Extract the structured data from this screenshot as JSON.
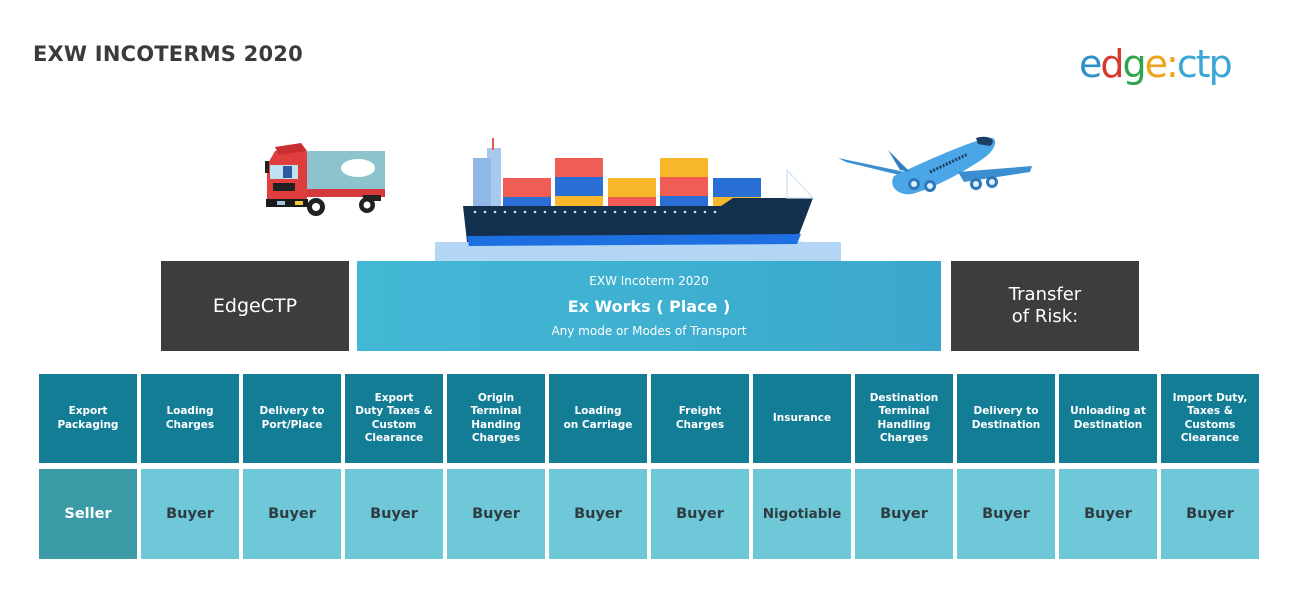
{
  "title": "EXW INCOTERMS 2020",
  "logo": {
    "parts": [
      {
        "text": "e",
        "color": "#2f8fc9"
      },
      {
        "text": "d",
        "color": "#d63a2f"
      },
      {
        "text": "g",
        "color": "#2ea44f"
      },
      {
        "text": "e",
        "color": "#f0a21b"
      },
      {
        "text": ":",
        "color": "#f0a21b"
      },
      {
        "text": "ctp",
        "color": "#3aa7d6"
      }
    ]
  },
  "illustrations": {
    "truck": "truck-icon",
    "ship": "cargo-ship-icon",
    "plane": "airplane-icon"
  },
  "boxes": {
    "left": "EdgeCTP",
    "center": {
      "line1": "EXW Incoterm 2020",
      "line2": "Ex Works ( Place )",
      "line3": "Any mode or Modes of Transport"
    },
    "right": "Transfer\nof Risk:"
  },
  "table": {
    "headers": [
      "Export\nPackaging",
      "Loading\nCharges",
      "Delivery to\nPort/Place",
      "Export\nDuty Taxes &\nCustom\nClearance",
      "Origin\nTerminal\nHanding\nCharges",
      "Loading\non Carriage",
      "Freight\nCharges",
      "Insurance",
      "Destination\nTerminal\nHandling\nCharges",
      "Delivery to\nDestination",
      "Unloading at\nDestination",
      "Import Duty,\nTaxes &\nCustoms\nClearance"
    ],
    "values": [
      "Seller",
      "Buyer",
      "Buyer",
      "Buyer",
      "Buyer",
      "Buyer",
      "Buyer",
      "Nigotiable",
      "Buyer",
      "Buyer",
      "Buyer",
      "Buyer"
    ]
  },
  "colors": {
    "header_bg": "#137d96",
    "value_bg": "#6ec8d7",
    "seller_bg": "#3a9aa6",
    "dark_box": "#3d3d3d",
    "main_box": "#40b2d2"
  }
}
